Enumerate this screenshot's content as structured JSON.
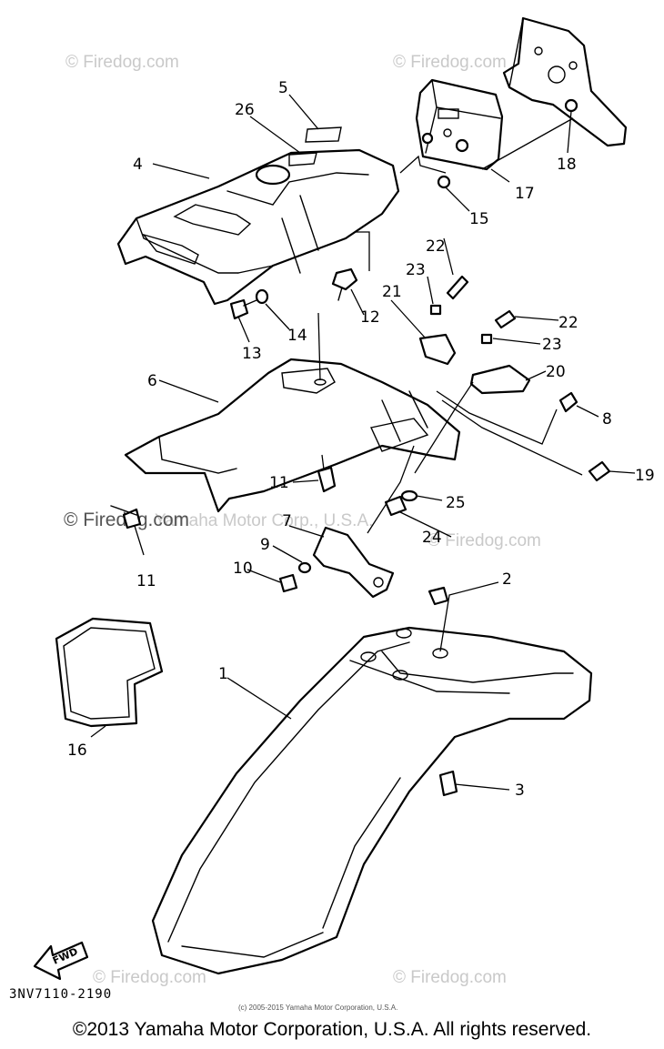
{
  "watermarks": {
    "brand": "© Firedog.com",
    "corp": "Yamaha Motor Corp., U.S.A."
  },
  "callouts": [
    "1",
    "2",
    "3",
    "4",
    "5",
    "6",
    "7",
    "8",
    "9",
    "10",
    "11",
    "11",
    "12",
    "13",
    "14",
    "15",
    "16",
    "17",
    "18",
    "19",
    "20",
    "21",
    "22",
    "22",
    "23",
    "23",
    "24",
    "25",
    "26"
  ],
  "arrow_label": "FWD",
  "diagram_code": "3NV7110-2190",
  "small_copyright": "(c) 2005-2015 Yamaha Motor Corporation, U.S.A.",
  "copyright": "©2013 Yamaha Motor Corporation, U.S.A. All rights reserved."
}
